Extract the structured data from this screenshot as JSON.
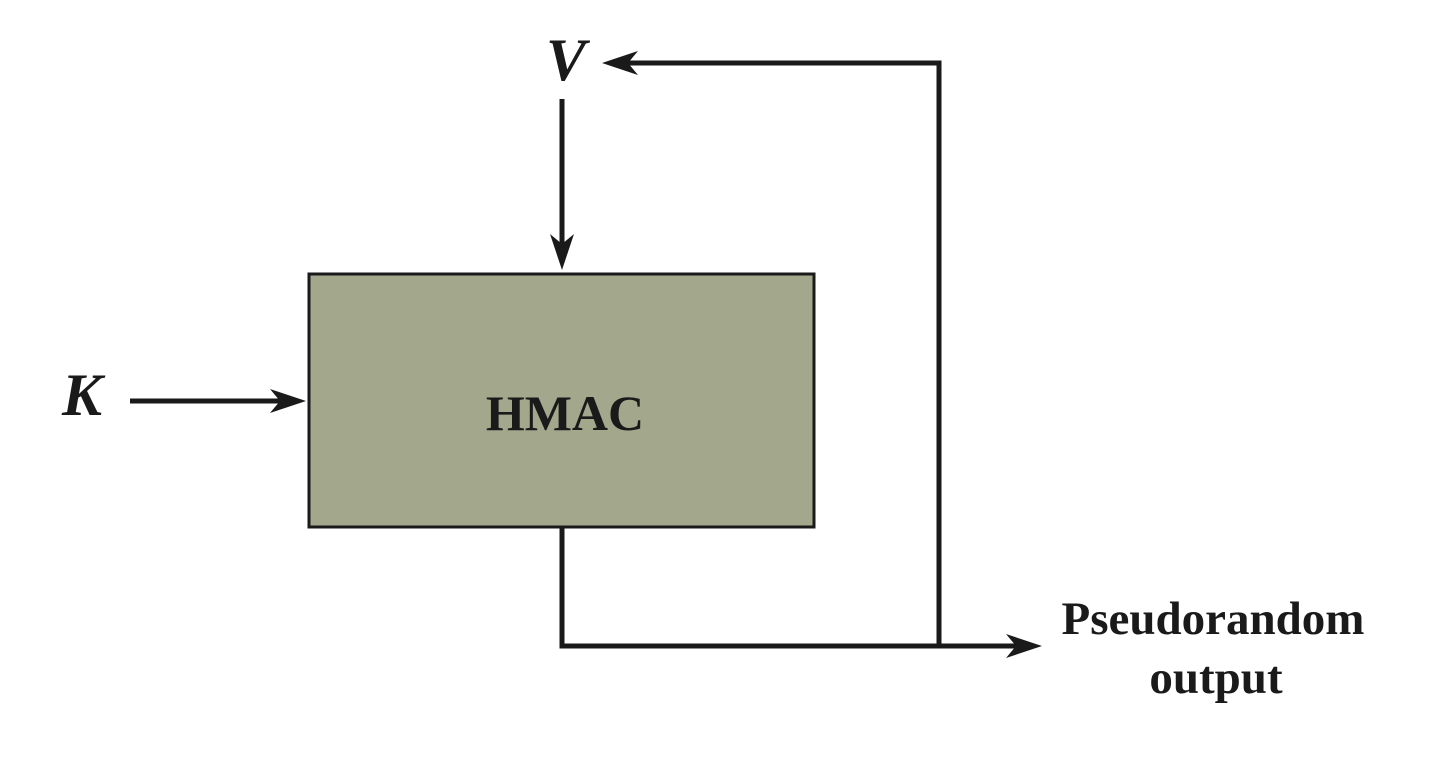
{
  "diagram": {
    "block": {
      "label": "HMAC",
      "fill": "#a3a78c",
      "stroke": "#1a1a1a"
    },
    "inputs": {
      "key_label": "K",
      "value_label": "V"
    },
    "output": {
      "line1": "Pseudorandom",
      "line2": "output"
    },
    "line_color": "#1a1a1a"
  }
}
